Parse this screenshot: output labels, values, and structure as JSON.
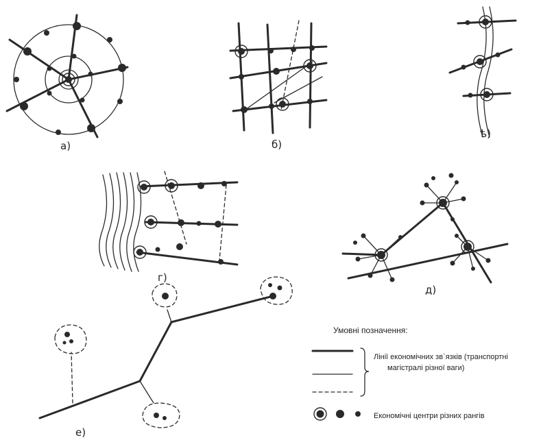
{
  "panels": {
    "a": "а)",
    "b": "б)",
    "v": "ѣ)",
    "g": "г)",
    "d": "д)",
    "e": "е)"
  },
  "legend": {
    "title": "Умовні позначення:",
    "lines_label_1": "Лінії економічних зв`язків (транспортні",
    "lines_label_2": "магістралі різної ваги)",
    "centers_label": "Економічні центри різних рангів"
  }
}
